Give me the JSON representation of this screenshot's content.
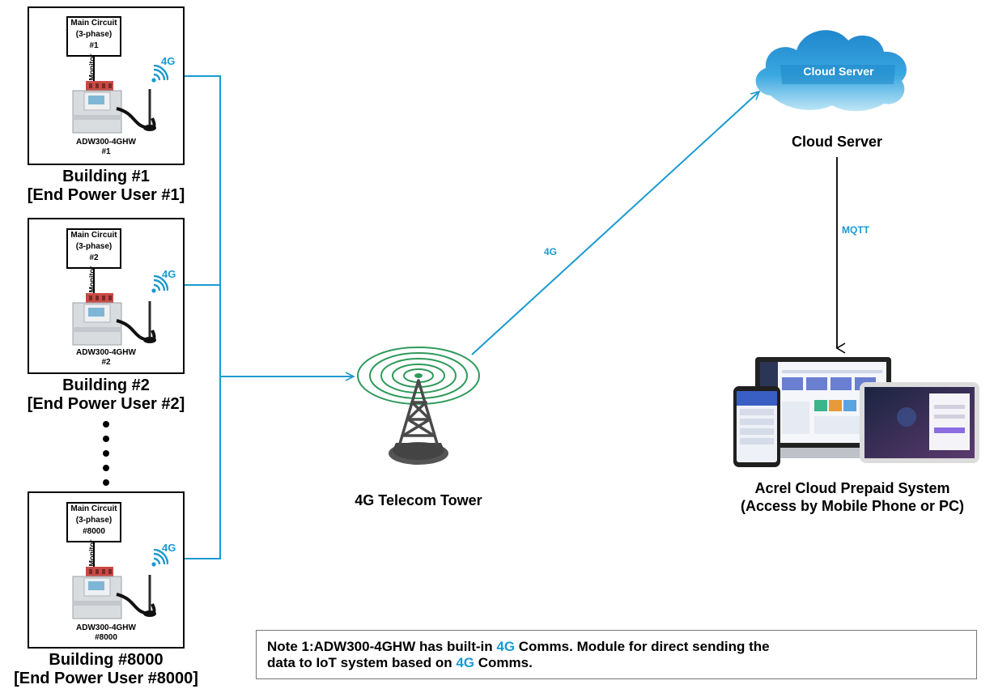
{
  "buildings": [
    {
      "circuit": [
        "Main Circuit",
        "(3-phase)",
        "#1"
      ],
      "monitor": "Monitor",
      "signal": "4G",
      "meter": [
        "ADW300-4GHW",
        "#1"
      ],
      "caption": [
        "Building #1",
        "[End Power User #1]"
      ]
    },
    {
      "circuit": [
        "Main Circuit",
        "(3-phase)",
        "#2"
      ],
      "monitor": "Monitor",
      "signal": "4G",
      "meter": [
        "ADW300-4GHW",
        "#2"
      ],
      "caption": [
        "Building #2",
        "[End Power User #2]"
      ]
    },
    {
      "circuit": [
        "Main Circuit",
        "(3-phase)",
        "#8000"
      ],
      "monitor": "Monitor",
      "signal": "4G",
      "meter": [
        "ADW300-4GHW",
        "#8000"
      ],
      "caption": [
        "Building #8000",
        "[End Power User #8000]"
      ]
    }
  ],
  "tower": {
    "caption": "4G Telecom Tower"
  },
  "links": {
    "tower_to_cloud": "4G",
    "cloud_to_system": "MQTT"
  },
  "cloud": {
    "inner_label": "Cloud Server",
    "caption": "Cloud Server"
  },
  "system": {
    "caption": [
      "Acrel Cloud Prepaid System",
      "(Access by Mobile Phone or PC)"
    ]
  },
  "note": {
    "part1": "Note 1:ADW300-4GHW has built-in ",
    "hl1": "4G",
    "part2": " Comms. Module for direct sending the",
    "part3": "data to IoT system based on ",
    "hl2": "4G",
    "part4": " Comms."
  },
  "colors": {
    "link": "#1a9ad0",
    "tower": "#2e9a5a",
    "cloud_top": "#2a8fd0",
    "cloud_bottom": "#9dd7f0"
  },
  "icons": [
    "wifi-signal-icon",
    "antenna-icon",
    "meter-icon",
    "tower-icon",
    "cloud-icon",
    "devices-icon"
  ]
}
